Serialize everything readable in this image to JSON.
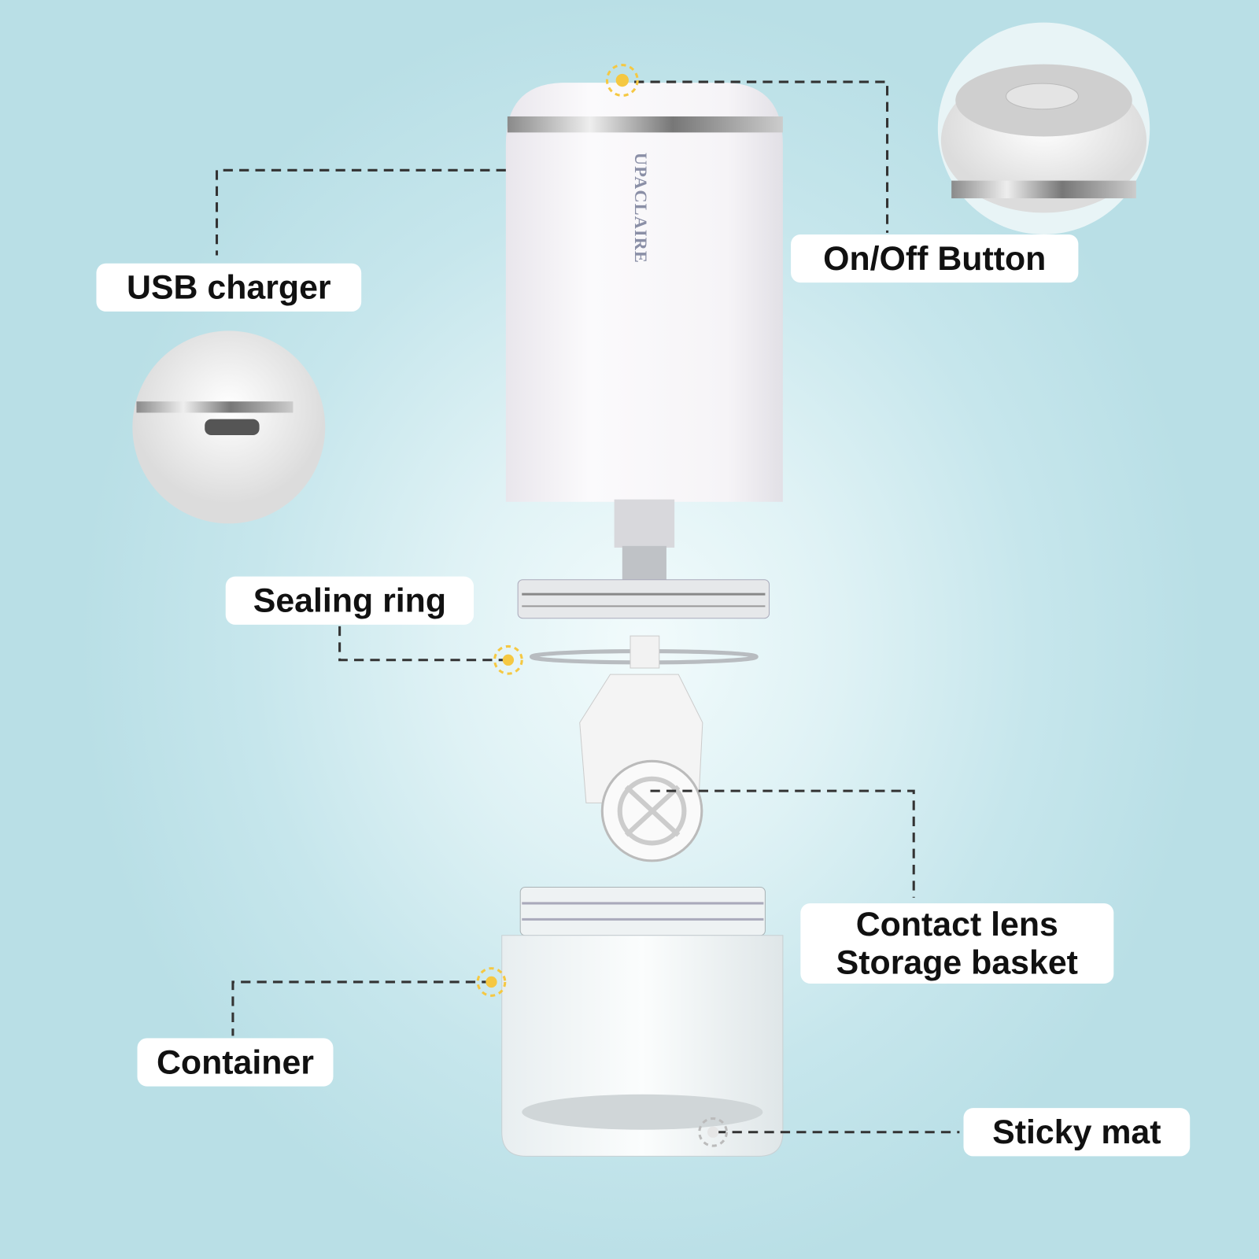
{
  "brand_logo": "UPACLAIRE",
  "labels": {
    "usb_charger": "USB charger",
    "on_off_button": "On/Off Button",
    "sealing_ring": "Sealing ring",
    "contact_lens_line1": "Contact lens",
    "contact_lens_line2": "Storage basket",
    "container": "Container",
    "sticky_mat": "Sticky mat"
  },
  "colors": {
    "background": "#c3e4ea",
    "label_bg": "#ffffff",
    "leader_line": "#333333",
    "marker_dot": "#f5c842"
  }
}
